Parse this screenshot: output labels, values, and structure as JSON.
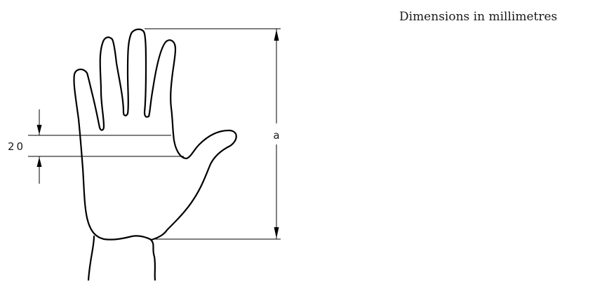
{
  "caption": "Dimensions in millimetres",
  "dimensions": {
    "measurement": "20",
    "length": "a"
  }
}
